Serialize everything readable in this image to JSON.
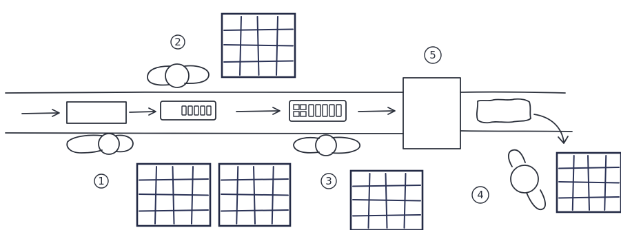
{
  "diagram": {
    "station_labels": {
      "s1": "1",
      "s2": "2",
      "s3": "3",
      "s4": "4",
      "s5": "5"
    },
    "colors": {
      "ink": "#2a2f3a",
      "grid": "#2b3357",
      "background": "#ffffff"
    }
  }
}
